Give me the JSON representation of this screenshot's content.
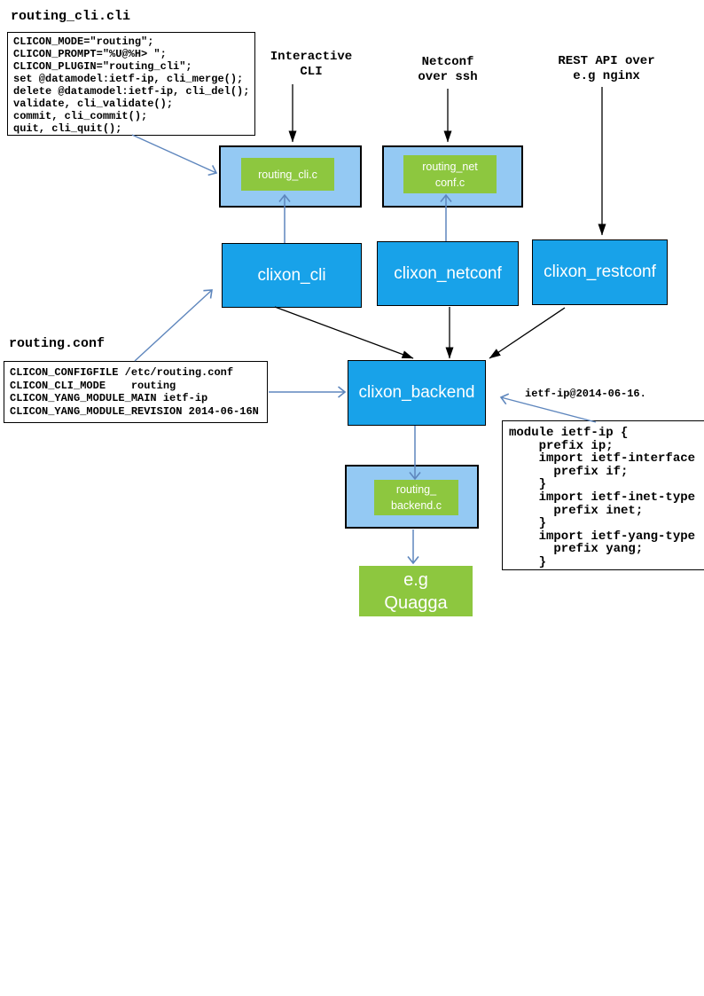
{
  "titles": {
    "cli_file": "routing_cli.cli",
    "conf_file": "routing.conf"
  },
  "code": {
    "routing_cli": "CLICON_MODE=\"routing\";\nCLICON_PROMPT=\"%U@%H> \";\nCLICON_PLUGIN=\"routing_cli\";\nset @datamodel:ietf-ip, cli_merge();\ndelete @datamodel:ietf-ip, cli_del();\nvalidate, cli_validate();\ncommit, cli_commit();\nquit, cli_quit();",
    "routing_conf": "CLICON_CONFIGFILE /etc/routing.conf\nCLICON_CLI_MODE    routing\nCLICON_YANG_MODULE_MAIN ietf-ip\nCLICON_YANG_MODULE_REVISION 2014-06-16N",
    "yang_module": "module ietf-ip {\n    prefix ip;\n    import ietf-interface\n      prefix if;\n    }\n    import ietf-inet-type\n      prefix inet;\n    }\n    import ietf-yang-type\n      prefix yang;\n    }"
  },
  "labels": {
    "interactive": "Interactive\nCLI",
    "netconf": "Netconf\nover ssh",
    "rest": "REST API over\ne.g nginx",
    "ietf_ref": "ietf-ip@2014-06-16."
  },
  "nodes": {
    "routing_cli_c": "routing_cli.c",
    "routing_netconf_c": "routing_net\nconf.c",
    "clixon_cli": "clixon_cli",
    "clixon_netconf": "clixon_netconf",
    "clixon_restconf": "clixon_restconf",
    "clixon_backend": "clixon_backend",
    "routing_backend_c": "routing_\nbackend.c",
    "quagga": "e.g\nQuagga"
  },
  "colors": {
    "bright_blue": "#18A2E9",
    "light_blue": "#94C9F3",
    "green": "#8DC73F",
    "arrow_blue": "#5E86BD",
    "arrow_black": "#000000"
  }
}
